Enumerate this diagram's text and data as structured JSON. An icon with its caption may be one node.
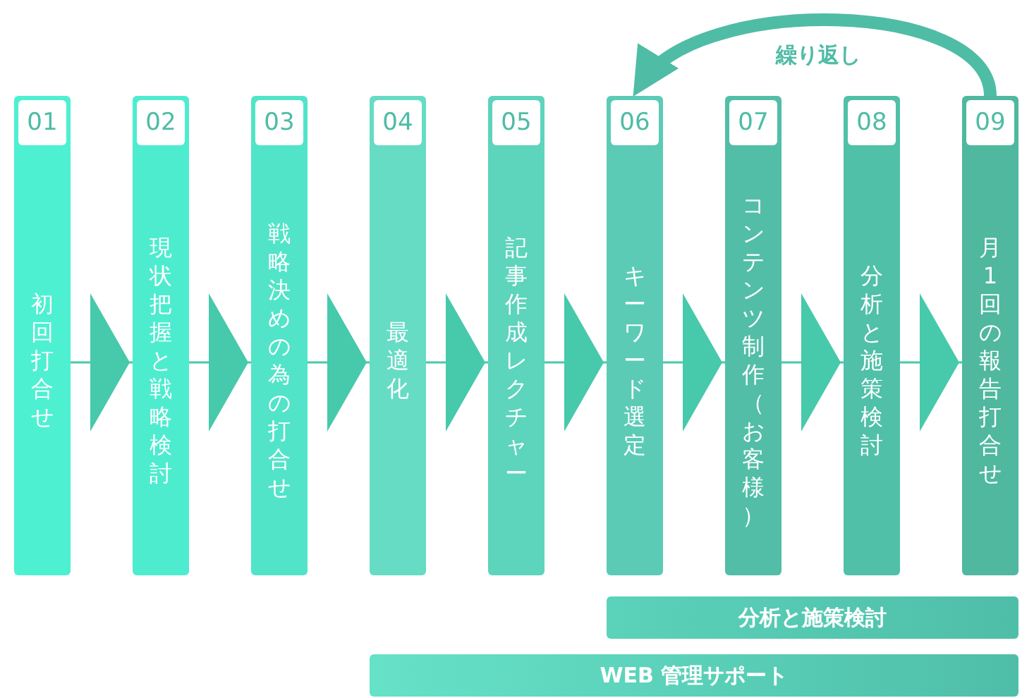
{
  "diagram": {
    "nodes": [
      {
        "text": [
          "01",
          "初回打合せ"
        ]
      },
      {
        "text": [
          "02",
          "現状把握と戦略検討"
        ]
      },
      {
        "text": [
          "03",
          "戦略決めの為の打合せ"
        ]
      },
      {
        "text": [
          "04",
          "最適化"
        ]
      },
      {
        "text": [
          "05",
          "記事作成レクチャー"
        ]
      },
      {
        "text": [
          "06",
          "キーワード選定"
        ]
      },
      {
        "text": [
          "07",
          "コンテンツ制作（お客様）"
        ]
      },
      {
        "text": [
          "08",
          "分析と施策検討"
        ]
      },
      {
        "text": [
          "09",
          "月1回の報告打合せ"
        ]
      },
      {
        "text": [
          "分析と施策検討"
        ]
      },
      {
        "text": [
          "WEB 管理サポート"
        ]
      }
    ],
    "edges": [
      {
        "from": 0,
        "to": 1,
        "arrow": "to"
      },
      {
        "from": 1,
        "to": 2,
        "arrow": "to"
      },
      {
        "from": 2,
        "to": 3,
        "arrow": "to"
      },
      {
        "from": 3,
        "to": 4,
        "arrow": "to"
      },
      {
        "from": 4,
        "to": 5,
        "arrow": "to"
      },
      {
        "from": 5,
        "to": 6,
        "arrow": "to"
      },
      {
        "from": 6,
        "to": 7,
        "arrow": "to"
      },
      {
        "from": 7,
        "to": 8,
        "arrow": "to"
      },
      {
        "from": 8,
        "to": 5,
        "arrow": "to",
        "style": "thick",
        "label": "繰り返し"
      }
    ]
  }
}
